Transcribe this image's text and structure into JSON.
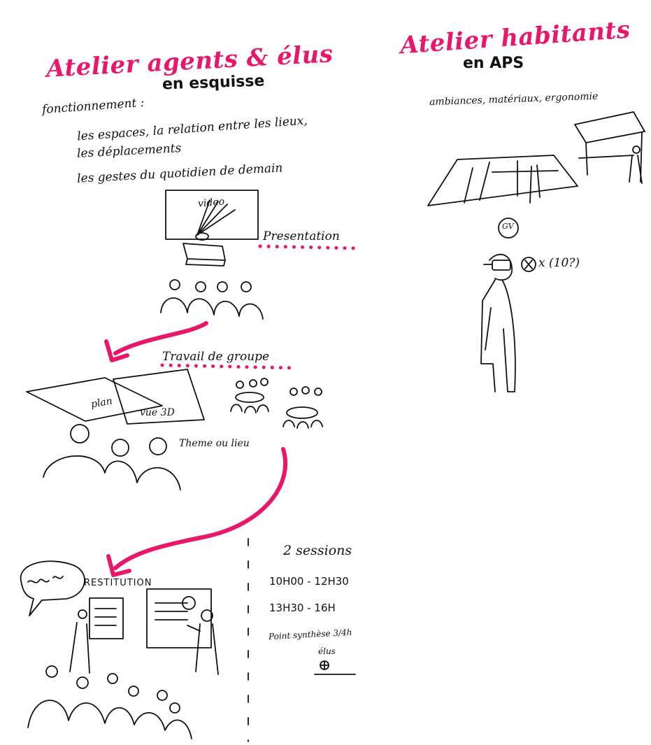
{
  "left": {
    "title": "Atelier agents & élus",
    "subtitle": "en esquisse",
    "fonctionnement_label": "fonctionnement :",
    "fonctionnement_lines": [
      "les espaces, la relation entre les lieux,",
      "les déplacements",
      "les gestes du quotidien de demain"
    ],
    "video_label": "video",
    "presentation_label": "Presentation",
    "travail_label": "Travail de groupe",
    "plan_label": "plan",
    "vue3d_label": "vue 3D",
    "theme_label": "Theme ou lieu",
    "restitution_label": "RESTITUTION"
  },
  "sessions": {
    "title": "2 sessions",
    "slot1": "10H00 - 12H30",
    "slot2": "13H30 - 16H",
    "synthese": "Point synthèse 3/4h",
    "elus": "élus"
  },
  "right": {
    "title": "Atelier habitants",
    "subtitle": "en APS",
    "themes": "ambiances, matériaux, ergonomie",
    "vr_badge": "GV",
    "multiplier": "x (10?)"
  },
  "colors": {
    "accent": "#e8176b",
    "ink": "#111111"
  }
}
